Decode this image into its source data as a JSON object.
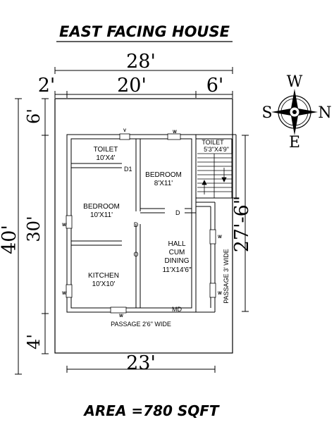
{
  "title": "EAST FACING HOUSE",
  "area": "AREA =780 SQFT",
  "dimensions": {
    "overall_width": "28'",
    "left_setback": "2'",
    "center_width": "20'",
    "right_setback": "6'",
    "overall_depth": "40'",
    "front_setback": "6'",
    "house_depth": "30'",
    "rear_setback": "4'",
    "house_width": "23'",
    "passage_depth": "27'-6\""
  },
  "compass": {
    "north": "N",
    "south": "S",
    "east": "E",
    "west": "W"
  },
  "rooms": {
    "toilet_left": {
      "name": "TOILET",
      "size": "10'X4'"
    },
    "bedroom_top": {
      "name": "BEDROOM",
      "size": "8'X11'"
    },
    "bedroom_left": {
      "name": "BEDROOM",
      "size": "10'X11'"
    },
    "hall": {
      "line1": "HALL",
      "line2": "CUM",
      "line3": "DINING",
      "size": "11'X14'6\""
    },
    "kitchen": {
      "name": "KITCHEN",
      "size": "10'X10'"
    },
    "toilet_right": {
      "name": "TOILET",
      "size": "5'3\"X4'9\""
    }
  },
  "passages": {
    "bottom": "PASSAGE 2'6\" WIDE",
    "right": "PASSAGE 3' WIDE"
  },
  "doors": {
    "d1": "D1",
    "d": "D",
    "md": "MD"
  },
  "openings": {
    "window": "W",
    "ventilator": "V"
  }
}
